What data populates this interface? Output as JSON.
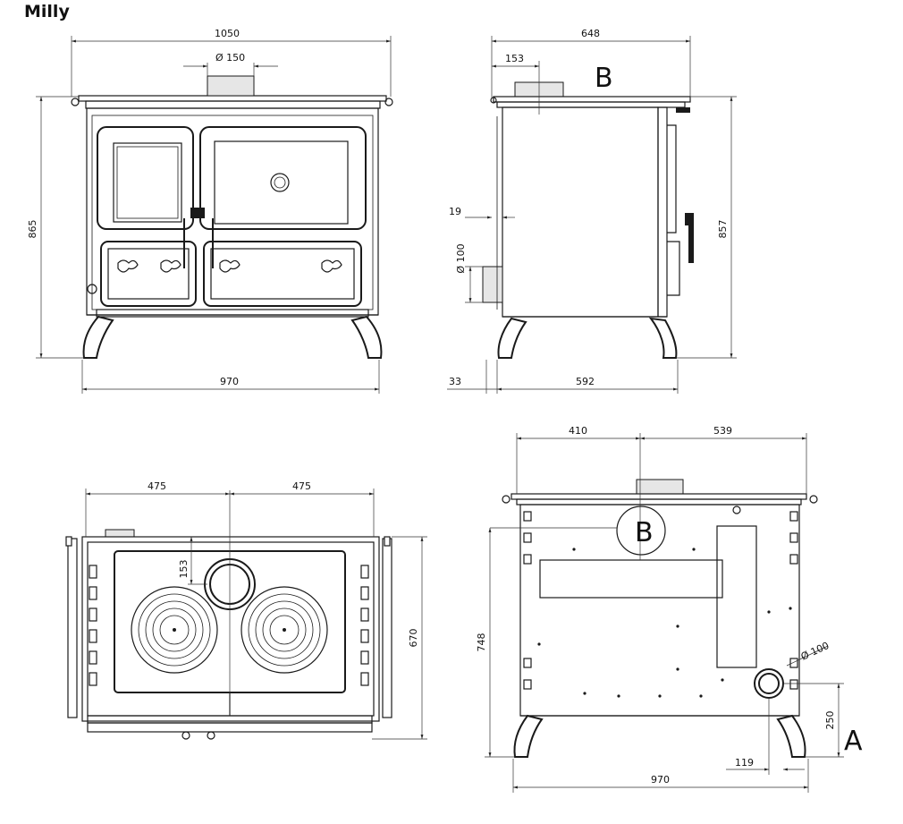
{
  "title": "Milly",
  "front_view": {
    "width_top": "1050",
    "flue_diameter": "Ø 150",
    "height": "865",
    "width_base": "970"
  },
  "side_view": {
    "depth_top": "648",
    "flue_offset": "153",
    "label": "B",
    "offset_19": "19",
    "outlet_diameter": "Ø 100",
    "height": "857",
    "offset_33": "33",
    "depth_base": "592"
  },
  "top_view": {
    "half_left": "475",
    "half_right": "475",
    "flue_offset": "153",
    "depth": "670"
  },
  "rear_view": {
    "left_part": "410",
    "right_part": "539",
    "label_b": "B",
    "outlet_diameter": "Ø 100",
    "height": "748",
    "outlet_height": "250",
    "label_a": "A",
    "outlet_side": "119",
    "width_base": "970"
  }
}
